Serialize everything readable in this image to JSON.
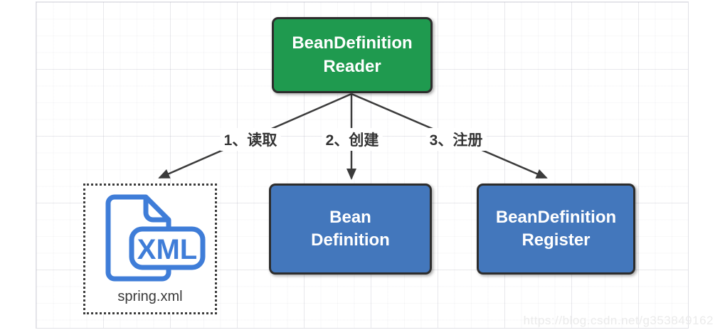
{
  "diagram": {
    "nodes": {
      "reader": {
        "line1": "BeanDefinition",
        "line2": "Reader",
        "fill": "#1f9a4f"
      },
      "bean_definition": {
        "line1": "Bean",
        "line2": "Definition",
        "fill": "#4377bc"
      },
      "register": {
        "line1": "BeanDefinition",
        "line2": "Register",
        "fill": "#4377bc"
      }
    },
    "xml_file": {
      "badge_label": "XML",
      "filename": "spring.xml",
      "icon_color": "#3f7dd8"
    },
    "edges": [
      {
        "label": "1、读取",
        "from": "reader",
        "to": "spring.xml"
      },
      {
        "label": "2、创建",
        "from": "reader",
        "to": "bean_definition"
      },
      {
        "label": "3、注册",
        "from": "reader",
        "to": "register"
      }
    ],
    "arrow_color": "#3b3b3b",
    "border_color": "#2d2d2d"
  },
  "watermark": {
    "text": "https://blog.csdn.net/g353849162"
  }
}
